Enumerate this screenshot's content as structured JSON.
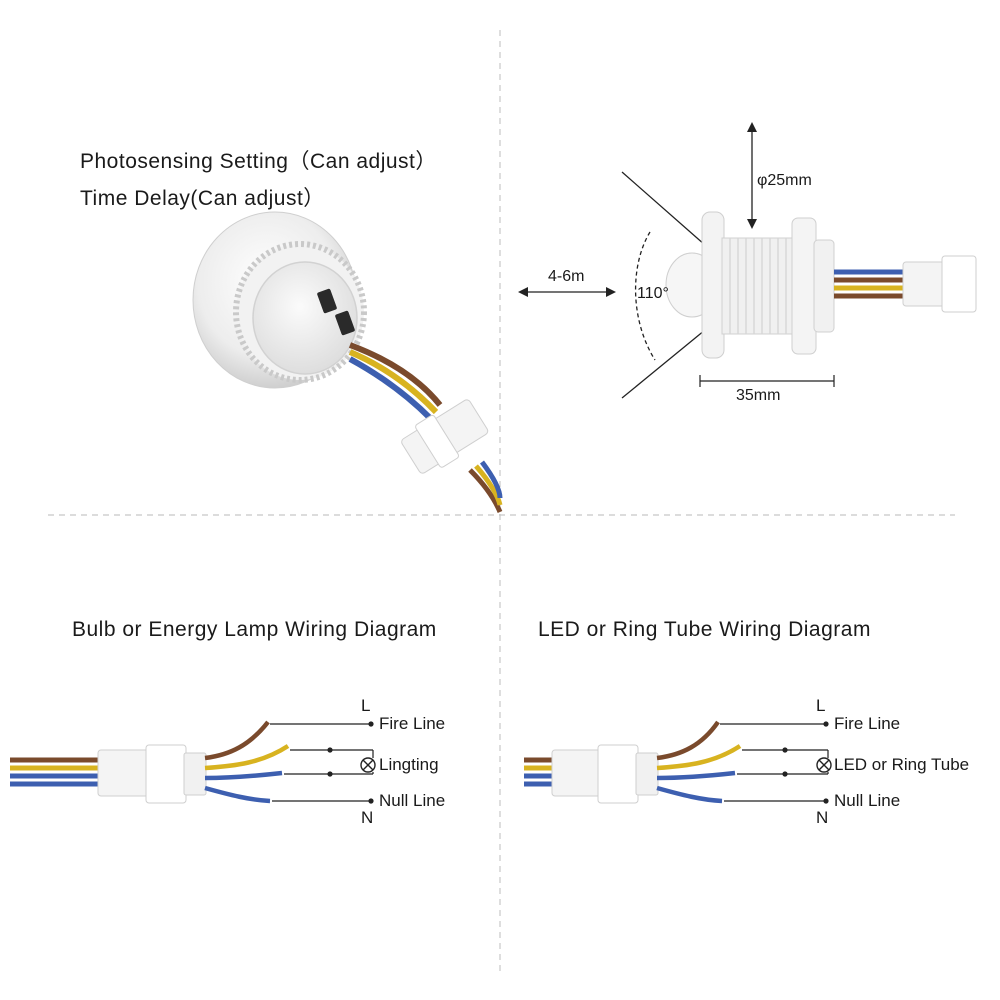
{
  "panel_top_left": {
    "line1": "Photosensing Setting（Can adjust）",
    "line2": "Time Delay(Can adjust）"
  },
  "panel_top_right": {
    "diameter": "φ25mm",
    "range": "4-6m",
    "angle": "110°",
    "length": "35mm"
  },
  "panel_bottom_left": {
    "title": "Bulb or Energy Lamp Wiring Diagram",
    "L": "L",
    "N": "N",
    "fire_line": "Fire Line",
    "load": "Lingting",
    "null_line": "Null Line"
  },
  "panel_bottom_right": {
    "title": "LED or Ring Tube Wiring Diagram",
    "L": "L",
    "N": "N",
    "fire_line": "Fire Line",
    "load": "LED or Ring Tube",
    "null_line": "Null Line"
  },
  "colors": {
    "brown_wire": "#7a4a2c",
    "yellow_wire": "#d8b320",
    "blue_wire": "#3d5fb0",
    "divider": "#c8c8c8"
  }
}
